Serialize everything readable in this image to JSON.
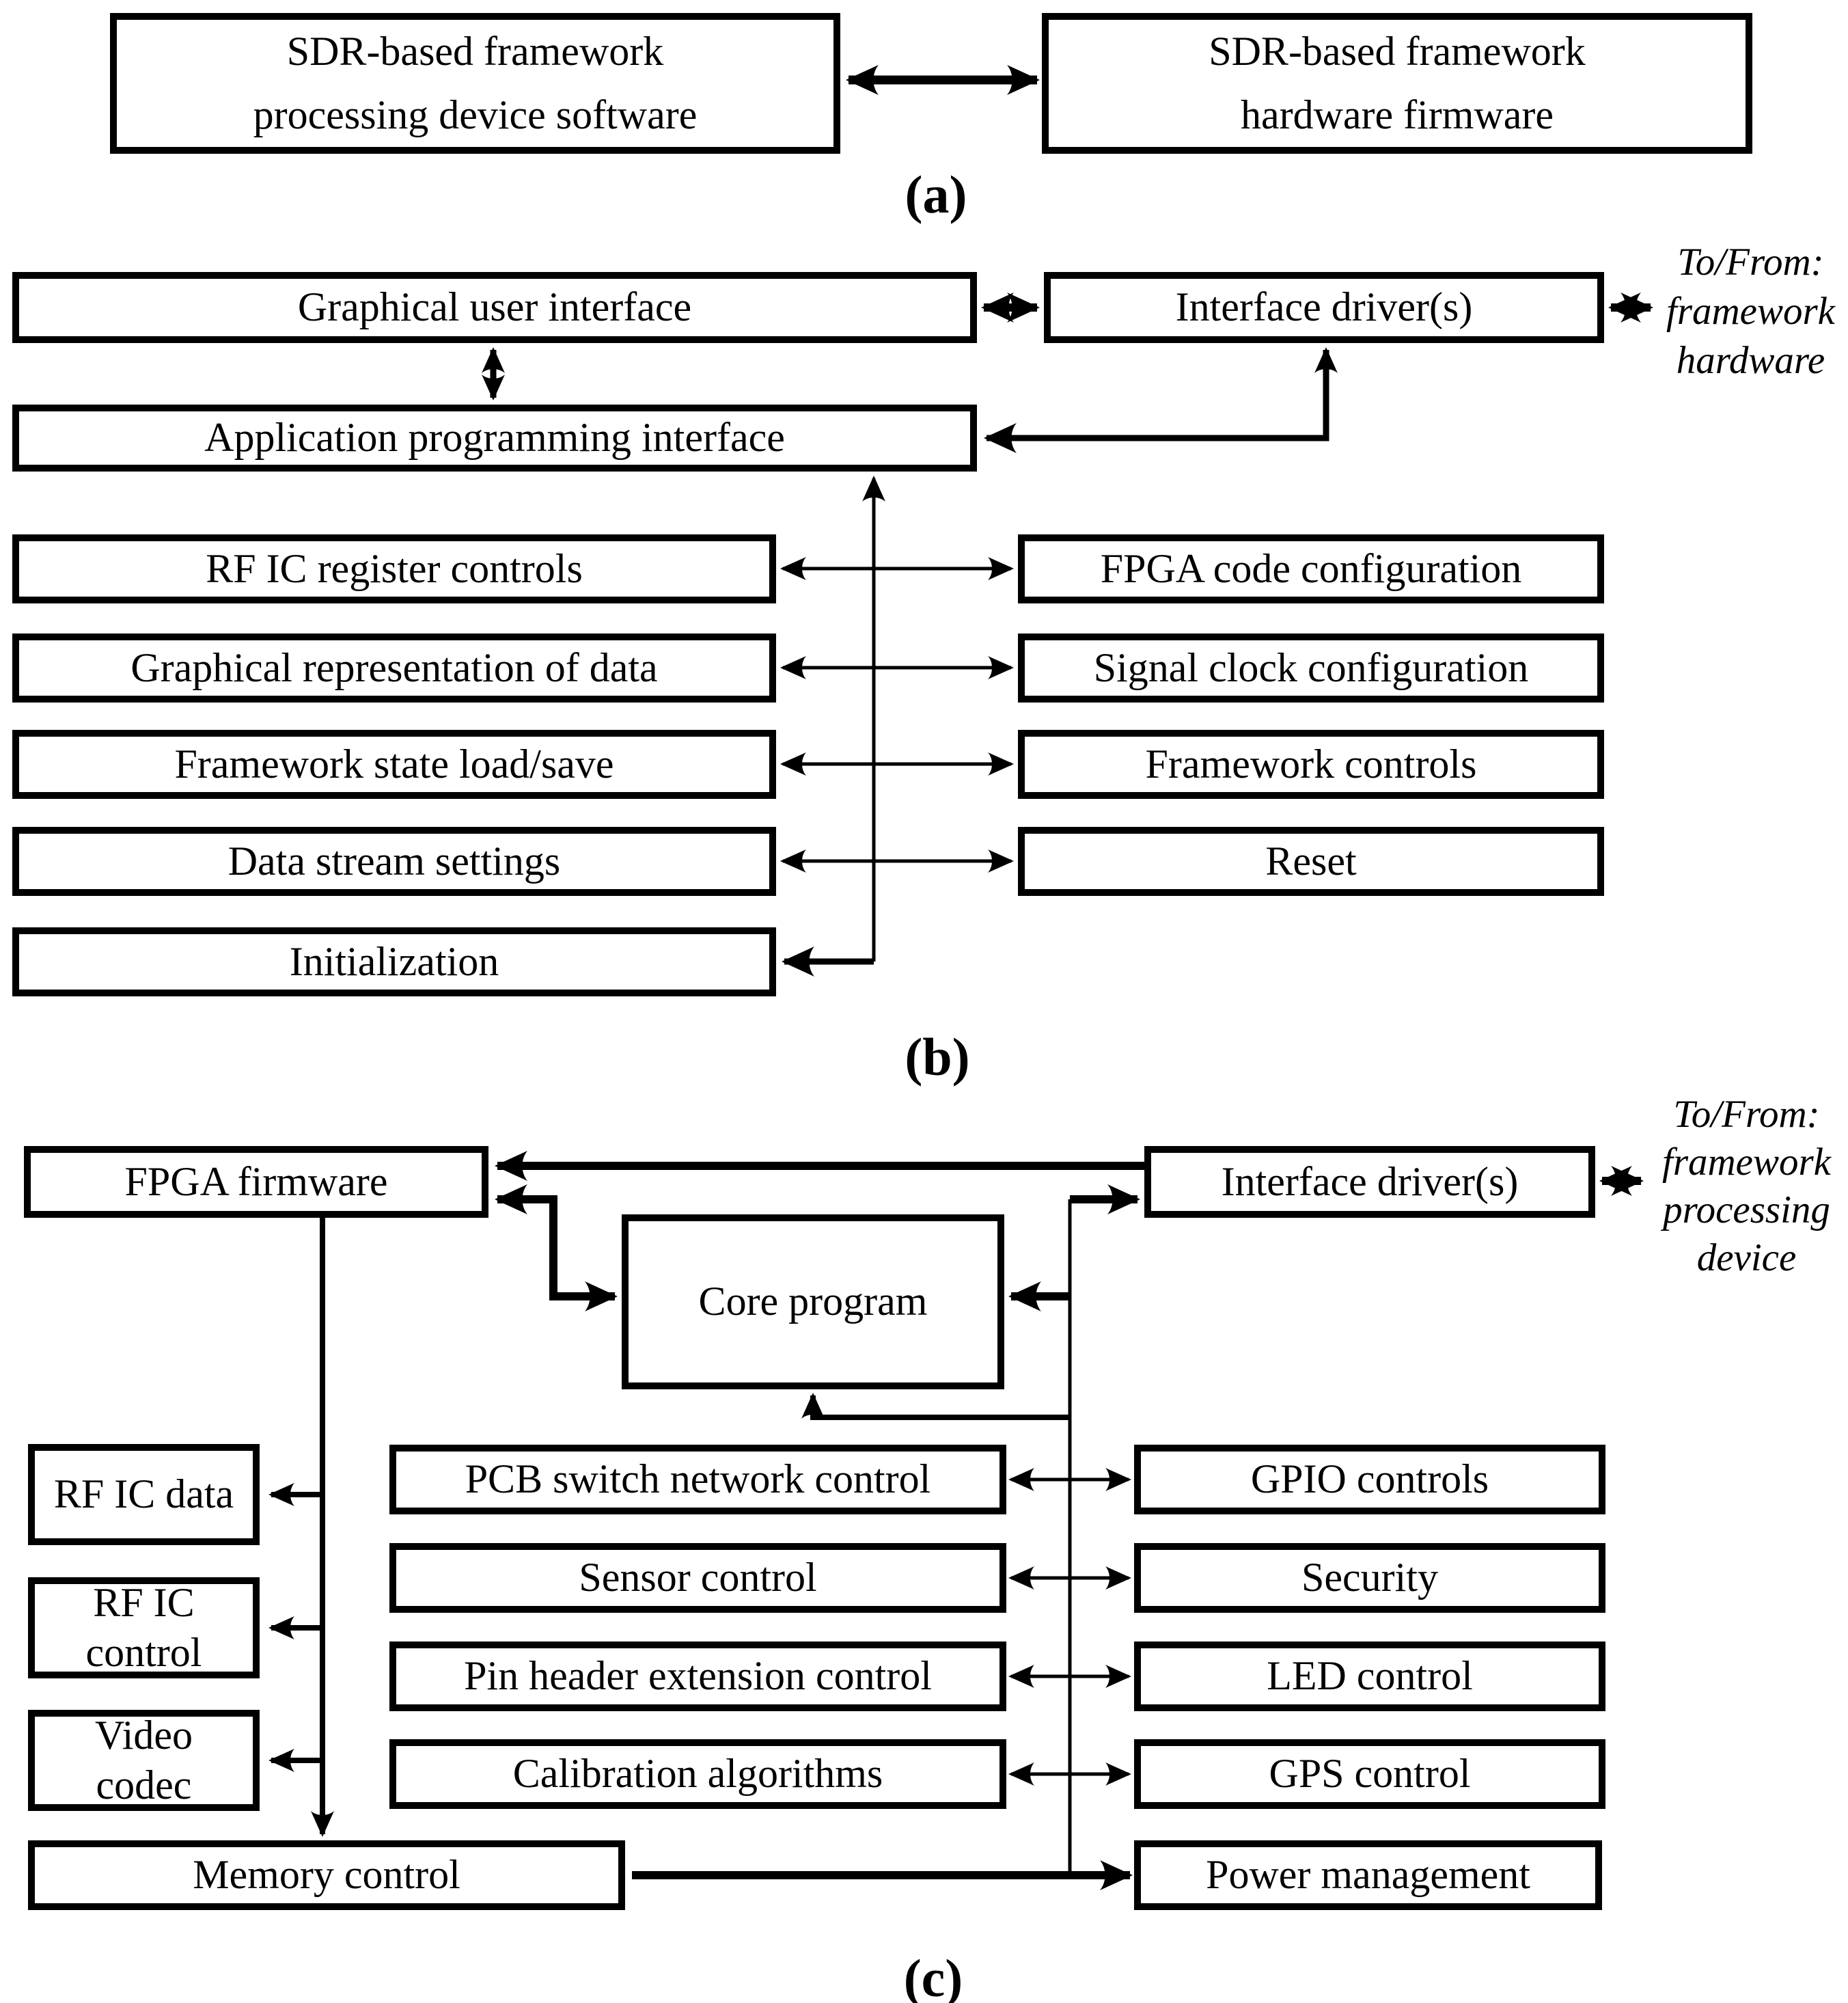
{
  "figure": {
    "kind": "block-diagram",
    "colors": {
      "line": "#000000",
      "background": "#ffffff",
      "box_fill": "#ffffff"
    }
  },
  "panel_a": {
    "caption": "(a)",
    "software_box": "SDR-based framework\nprocessing device software",
    "hardware_box": "SDR-based framework\nhardware firmware"
  },
  "panel_b": {
    "caption": "(b)",
    "gui_box": "Graphical user interface",
    "interface_drivers_box": "Interface driver(s)",
    "api_box": "Application programming interface",
    "tofrom_note": [
      "To/From:",
      "framework",
      "hardware"
    ],
    "left_boxes": [
      "RF IC register controls",
      "Graphical representation of data",
      "Framework state load/save",
      "Data stream settings",
      "Initialization"
    ],
    "right_boxes": [
      "FPGA code configuration",
      "Signal clock configuration",
      "Framework controls",
      "Reset"
    ]
  },
  "panel_c": {
    "caption": "(c)",
    "fpga_box": "FPGA firmware",
    "interface_drivers_box": "Interface driver(s)",
    "core_box": "Core program",
    "tofrom_note": [
      "To/From:",
      "framework",
      "processing",
      "device"
    ],
    "left_boxes": [
      "RF IC data",
      "RF IC\ncontrol",
      "Video\ncodec"
    ],
    "middle_boxes": [
      "PCB switch network control",
      "Sensor control",
      "Pin header extension control",
      "Calibration algorithms"
    ],
    "right_boxes": [
      "GPIO controls",
      "Security",
      "LED control",
      "GPS control"
    ],
    "power_box": "Power management",
    "memory_box": "Memory control"
  }
}
